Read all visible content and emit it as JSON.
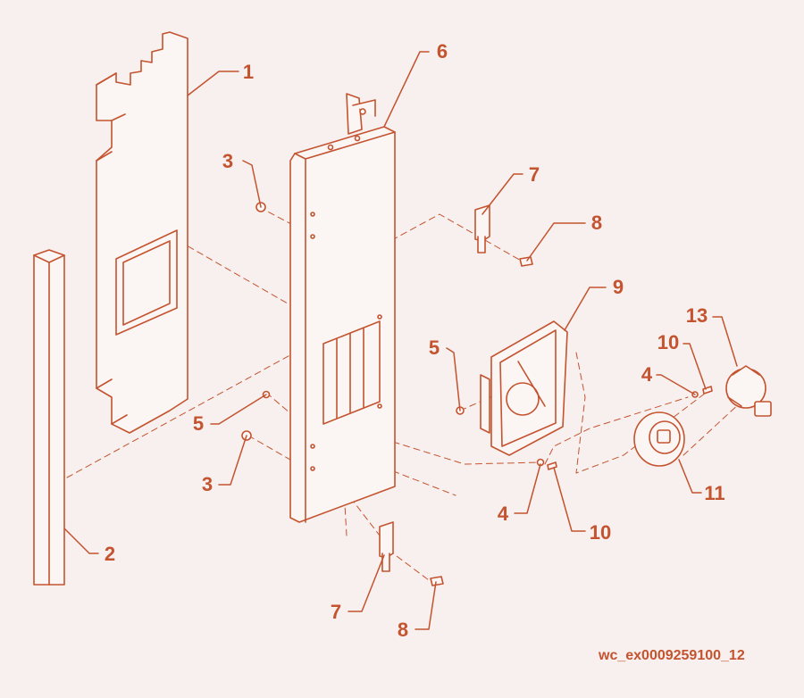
{
  "colors": {
    "background": "#f7f0ee",
    "line": "#c4532f",
    "fill": "#fbf6f4"
  },
  "callouts": {
    "c1": "1",
    "c2": "2",
    "c3a": "3",
    "c3b": "3",
    "c4a": "4",
    "c4b": "4",
    "c5a": "5",
    "c5b": "5",
    "c6": "6",
    "c7a": "7",
    "c7b": "7",
    "c8a": "8",
    "c8b": "8",
    "c9": "9",
    "c10a": "10",
    "c10b": "10",
    "c11": "11",
    "c13": "13"
  },
  "document_id": "wc_ex0009259100_12"
}
